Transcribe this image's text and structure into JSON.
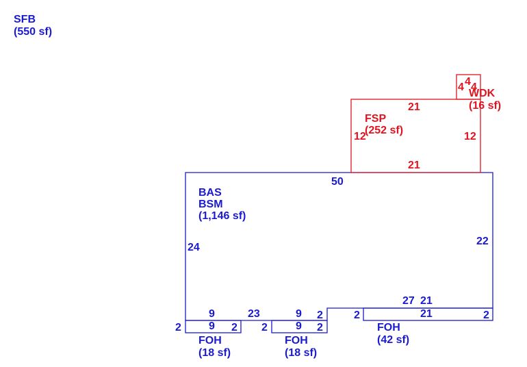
{
  "colors": {
    "main": "#1a1ad0",
    "additions": "#e0141e",
    "background": "#ffffff"
  },
  "sfb": {
    "code": "SFB",
    "area": "(550 sf)"
  },
  "bas": {
    "code1": "BAS",
    "code2": "BSM",
    "area": "(1,146 sf)",
    "dim_top": "50",
    "dim_left": "24",
    "dim_right": "22",
    "dim_bottom_mid": "23",
    "dim_bottom_right_a": "27",
    "dim_bottom_right_b": "21"
  },
  "fsp": {
    "code": "FSP",
    "area": "(252 sf)",
    "dim_top": "21",
    "dim_bottom": "21",
    "dim_left": "12",
    "dim_right": "12"
  },
  "wdk": {
    "code": "WDK",
    "area": "(16 sf)",
    "dim_top": "4",
    "dim_left": "4",
    "dim_right": "4"
  },
  "foh1": {
    "code": "FOH",
    "area": "(18 sf)",
    "dim_top": "9",
    "dim_inner": "9",
    "dim_left": "2",
    "dim_right": "2"
  },
  "foh2": {
    "code": "FOH",
    "area": "(18 sf)",
    "dim_top": "9",
    "dim_inner": "9",
    "dim_left": "2",
    "dim_right": "2",
    "dim_right_b": "2"
  },
  "foh3": {
    "code": "FOH",
    "area": "(42 sf)",
    "dim_top": "21",
    "dim_left": "2",
    "dim_right": "2"
  }
}
